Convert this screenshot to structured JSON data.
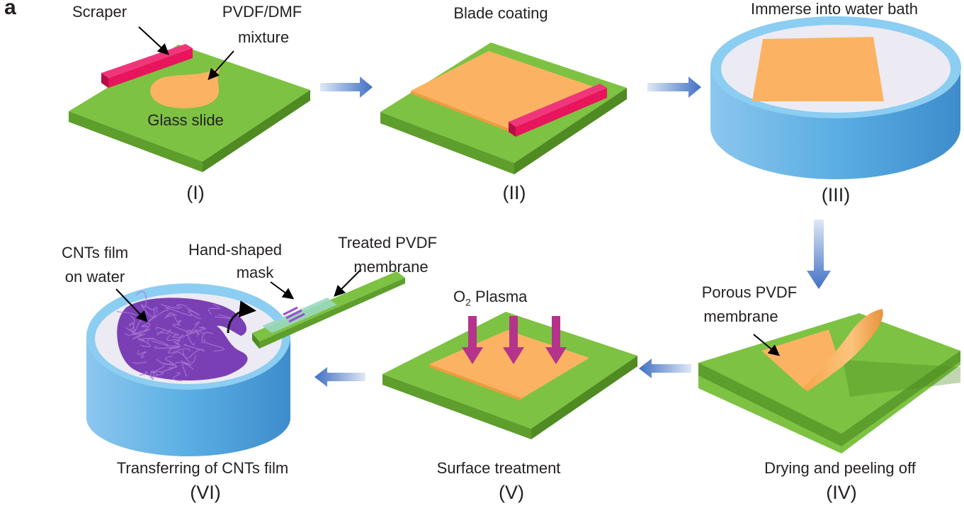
{
  "panel_letter": "a",
  "steps": [
    {
      "roman": "(I)",
      "labels": {
        "scraper": "Scraper",
        "mixture_l1": "PVDF/DMF",
        "mixture_l2": "mixture",
        "slide": "Glass slide"
      }
    },
    {
      "roman": "(II)",
      "caption": "Blade coating"
    },
    {
      "roman": "(III)",
      "caption": "Immerse into water bath"
    },
    {
      "roman": "(IV)",
      "caption": "Drying and peeling off",
      "labels": {
        "mem_l1": "Porous PVDF",
        "mem_l2": "membrane"
      }
    },
    {
      "roman": "(V)",
      "caption": "Surface treatment",
      "labels": {
        "plasma_prefix": "O",
        "plasma_sub": "2",
        "plasma_word": "Plasma"
      }
    },
    {
      "roman": "(VI)",
      "caption": "Transferring of CNTs film",
      "labels": {
        "cnt_l1": "CNTs film",
        "cnt_l2": "on water",
        "mask_l1": "Hand-shaped",
        "mask_l2": "mask",
        "treated_l1": "Treated PVDF",
        "treated_l2": "membrane"
      }
    }
  ],
  "colors": {
    "slide_top": "#7dc242",
    "slide_side": "#5e9e2c",
    "slide_dark": "#4f8a22",
    "film": "#fbb363",
    "film_edge": "#f29a3f",
    "scraper": "#e8155c",
    "scraper_dark": "#b80d46",
    "bath": "#56a9e0",
    "bath_rim": "#8ccdf2",
    "water": "#ecebf4",
    "cnt": "#7b3fb5",
    "plasma": "#b5338a",
    "arrow": "#3f6fc4"
  }
}
